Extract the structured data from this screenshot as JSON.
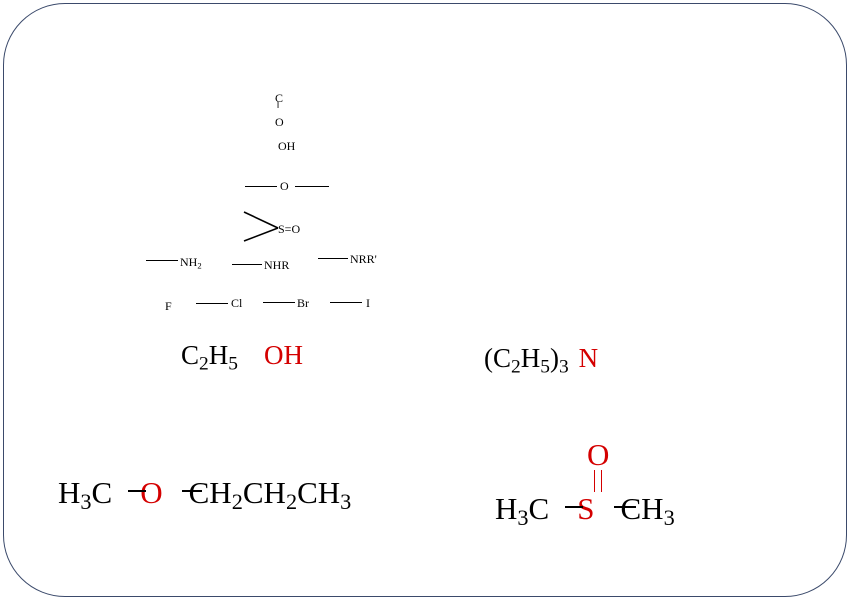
{
  "groups": {
    "carbonyl_c": "C",
    "carbonyl_o": "O",
    "hydroxyl": "OH",
    "ether_o": "O",
    "sulfoxide": "S=O",
    "amine_primary_base": "NH",
    "amine_primary_sub": "2",
    "amine_secondary": "NHR",
    "amine_tertiary": "NRR'",
    "fluoro": "F",
    "chloro": "Cl",
    "bromo": "Br",
    "iodo": "I"
  },
  "ethanol": {
    "c": "C",
    "c_sub": "2",
    "h": "H",
    "h_sub": "5",
    "oh": "OH"
  },
  "triethylamine": {
    "open": "(C",
    "c_sub": "2",
    "h": "H",
    "h_sub": "5",
    "close": ")",
    "count": "3",
    "n": "N"
  },
  "ether": {
    "h3c": "H",
    "h3c_sub": "3",
    "c1": "C",
    "o": "O",
    "ch2a": "CH",
    "ch2a_sub": "2",
    "ch2b": "CH",
    "ch2b_sub": "2",
    "ch3": "CH",
    "ch3_sub": "3"
  },
  "dmso": {
    "o": "O",
    "h3c": "H",
    "h3c_sub": "3",
    "c1": "C",
    "s": "S",
    "ch3": "CH",
    "ch3_sub": "3"
  },
  "colors": {
    "heteroatom": "#d40000",
    "frame": "#3b4a6b"
  }
}
